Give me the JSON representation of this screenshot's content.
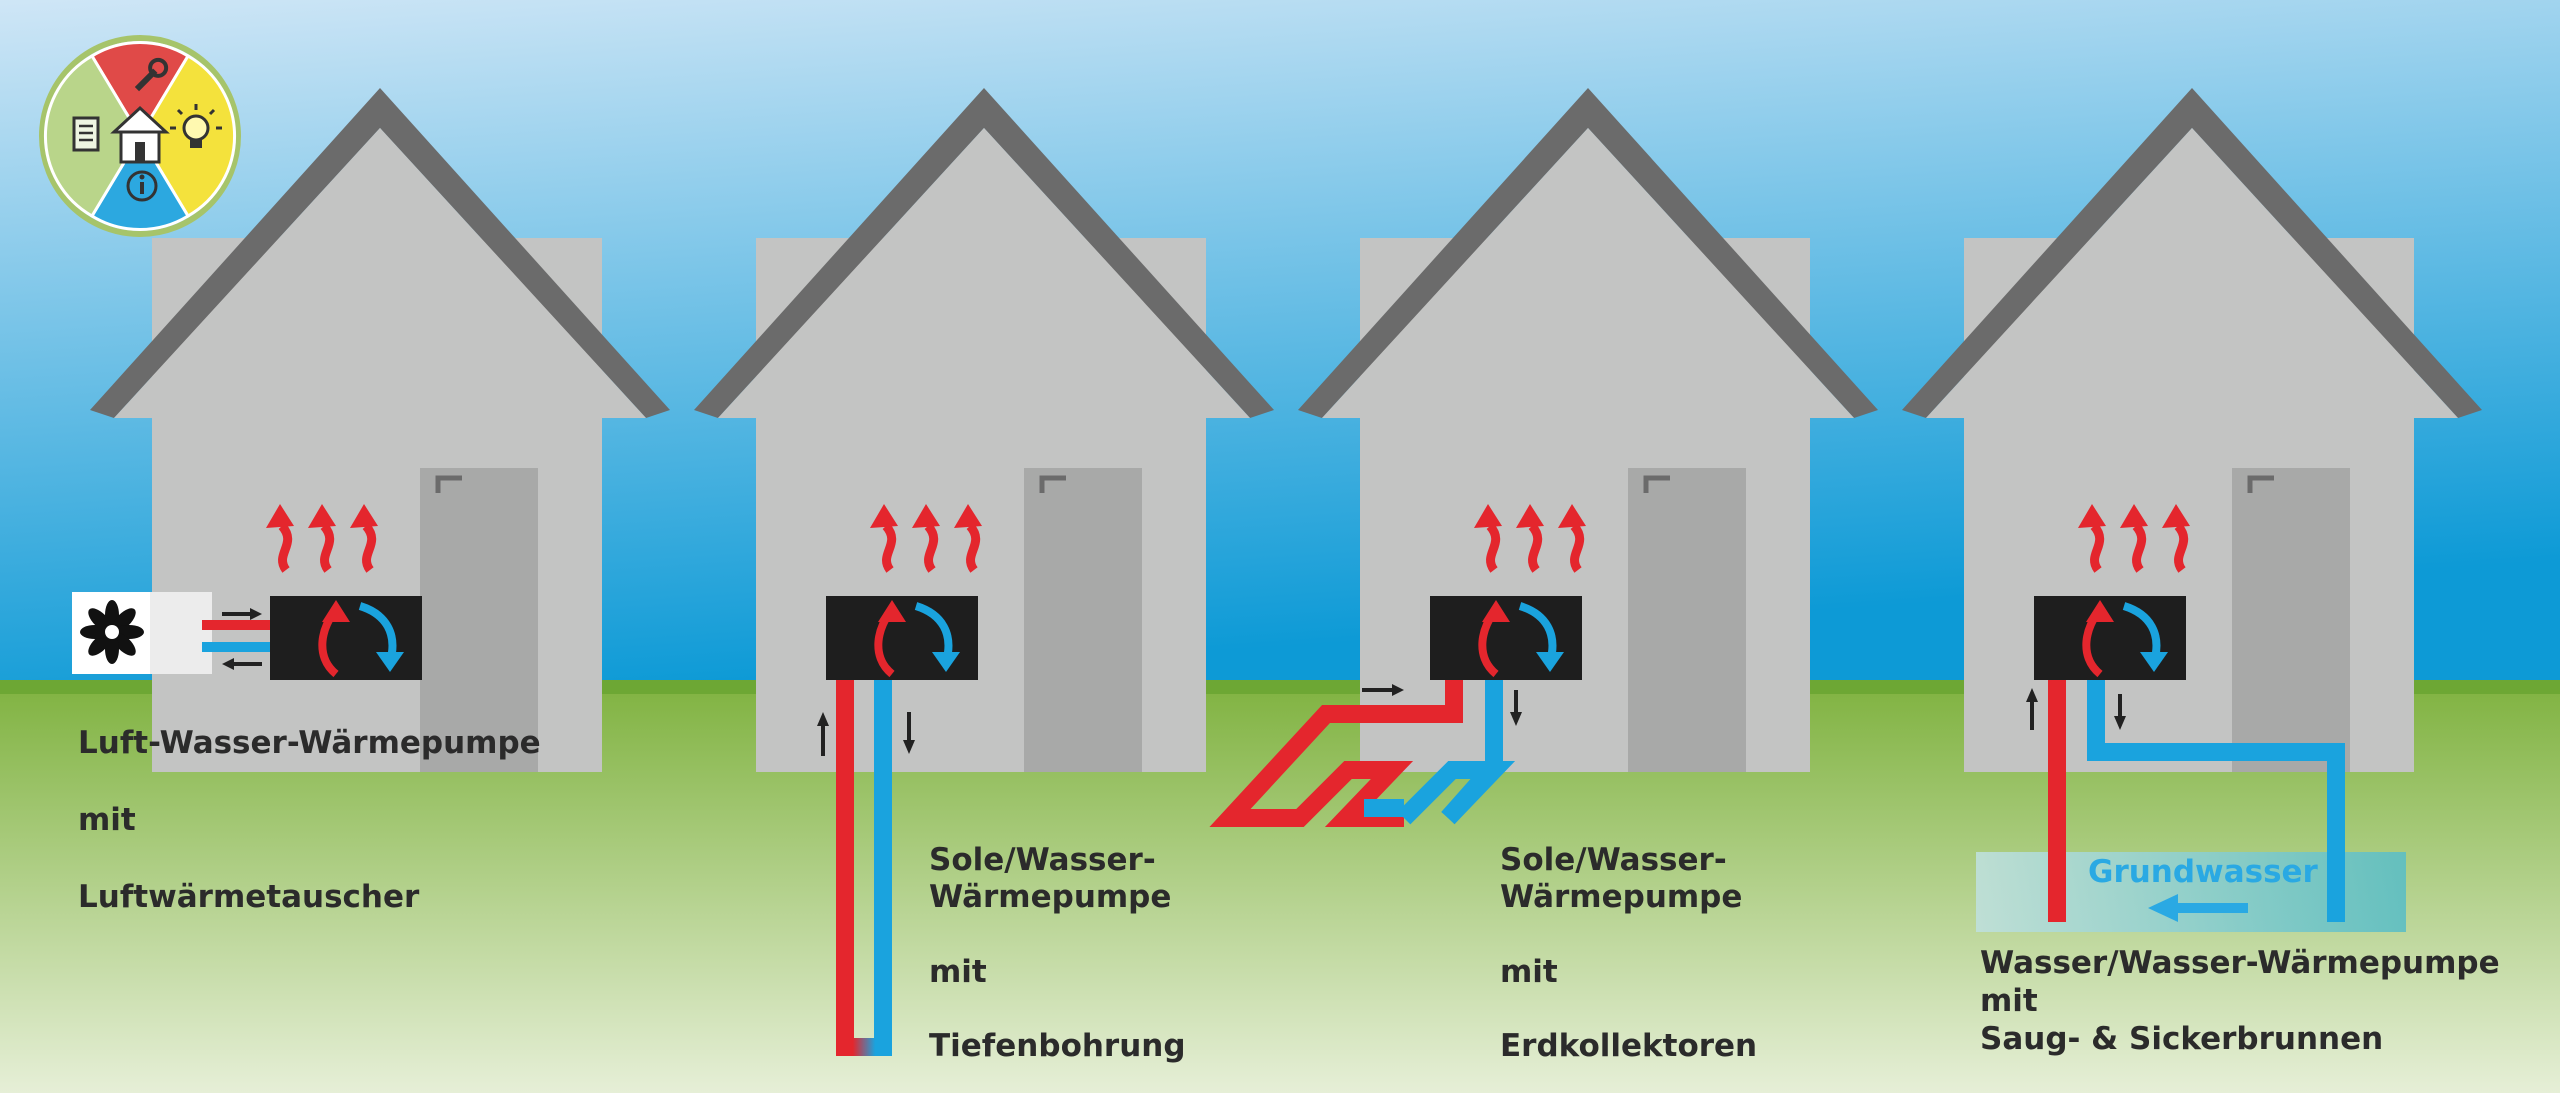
{
  "colors": {
    "sky_top": "#cfe6f6",
    "sky_bottom": "#0d9ad6",
    "ground_top": "#7fb23f",
    "ground_bottom": "#e6efd7",
    "house_wall": "#c3c4c3",
    "roof": "#6b6b6b",
    "door": "#a8a9a8",
    "warm": "#e4262d",
    "cold": "#1aa3de",
    "unit": "#1e1e1e",
    "text": "#2b2b2b",
    "groundwater_text": "#2aa9e3"
  },
  "logo": {
    "icons": [
      "wrench-icon",
      "lightbulb-icon",
      "info-icon",
      "document-icon",
      "house-icon"
    ]
  },
  "panels": {
    "air": {
      "line1": "Luft-Wasser-Wärmepumpe",
      "line2": "mit",
      "line3": "Luftwärmetauscher"
    },
    "borehole": {
      "line1": "Sole/Wasser-",
      "line2": "Wärmepumpe",
      "line3": "mit",
      "line4": "Tiefenbohrung"
    },
    "collector": {
      "line1": "Sole/Wasser-",
      "line2": "Wärmepumpe",
      "line3": "mit",
      "line4": "Erdkollektoren"
    },
    "water": {
      "groundwater": "Grundwasser",
      "line1": "Wasser/Wasser-Wärmepumpe",
      "line2": "mit",
      "line3": "Saug- & Sickerbrunnen"
    }
  }
}
